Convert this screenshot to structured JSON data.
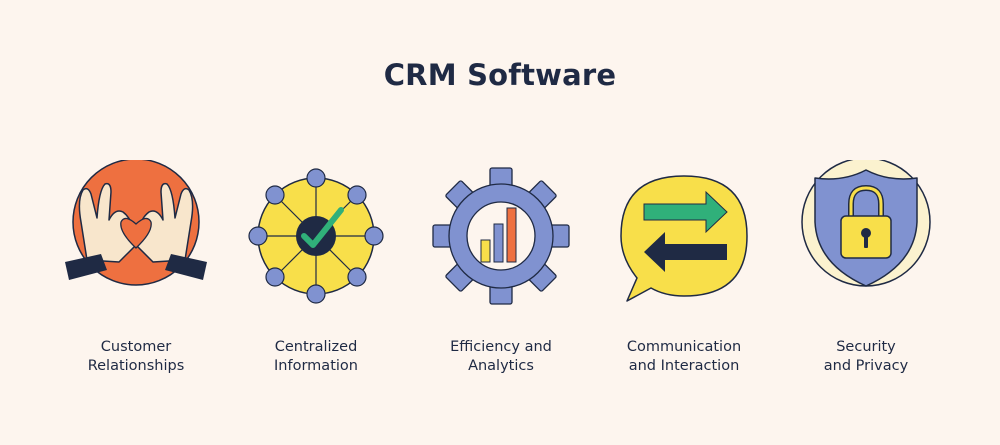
{
  "title": "CRM Software",
  "features": [
    {
      "line1": "Customer",
      "line2": "Relationships",
      "icon": "heart-hands-icon"
    },
    {
      "line1": "Centralized",
      "line2": "Information",
      "icon": "network-hub-icon"
    },
    {
      "line1": "Efficiency and",
      "line2": "Analytics",
      "icon": "gear-chart-icon"
    },
    {
      "line1": "Communication",
      "line2": "and Interaction",
      "icon": "exchange-arrows-icon"
    },
    {
      "line1": "Security",
      "line2": "and Privacy",
      "icon": "shield-lock-icon"
    }
  ],
  "colors": {
    "background": "#fdf5ee",
    "text": "#1f2a44",
    "orange": "#ee7040",
    "yellow": "#f8df4a",
    "periwinkle": "#8092d0",
    "green": "#30b07a",
    "skin": "#f8e6cc"
  }
}
